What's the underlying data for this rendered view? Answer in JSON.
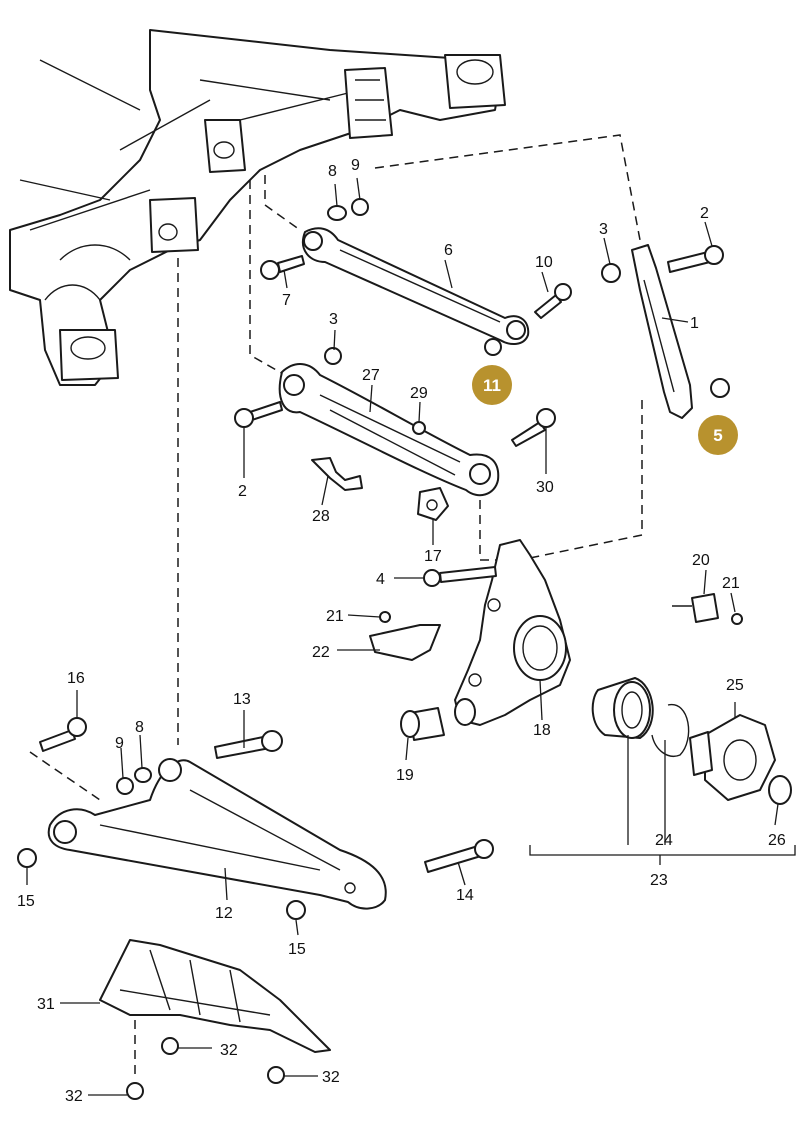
{
  "colors": {
    "badge": "#b8922e",
    "line": "#1a1a1a",
    "background": "#ffffff"
  },
  "badges": {
    "b11": "11",
    "b5": "5"
  },
  "labels": {
    "l1": "1",
    "l2a": "2",
    "l2b": "2",
    "l3a": "3",
    "l3b": "3",
    "l4": "4",
    "l6": "6",
    "l7": "7",
    "l8a": "8",
    "l8b": "8",
    "l9a": "9",
    "l9b": "9",
    "l10": "10",
    "l12": "12",
    "l13": "13",
    "l14": "14",
    "l15a": "15",
    "l15b": "15",
    "l16": "16",
    "l17": "17",
    "l18": "18",
    "l19": "19",
    "l20": "20",
    "l21a": "21",
    "l21b": "21",
    "l22": "22",
    "l23": "23",
    "l24": "24",
    "l25": "25",
    "l26": "26",
    "l27": "27",
    "l28": "28",
    "l29": "29",
    "l30": "30",
    "l31": "31",
    "l32a": "32",
    "l32b": "32",
    "l32c": "32"
  }
}
